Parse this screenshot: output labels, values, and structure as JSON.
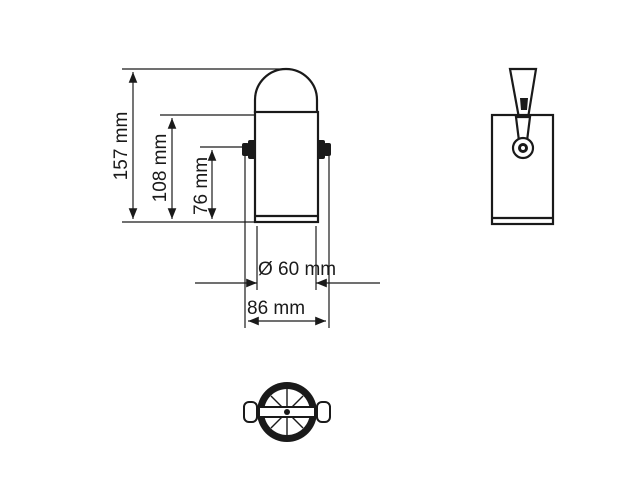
{
  "dimensions": {
    "height_total": "157 mm",
    "height_mid": "108 mm",
    "height_low": "76 mm",
    "diameter": "Ø 60 mm",
    "width": "86 mm"
  },
  "colors": {
    "line": "#1a1a1a",
    "background": "#ffffff"
  }
}
